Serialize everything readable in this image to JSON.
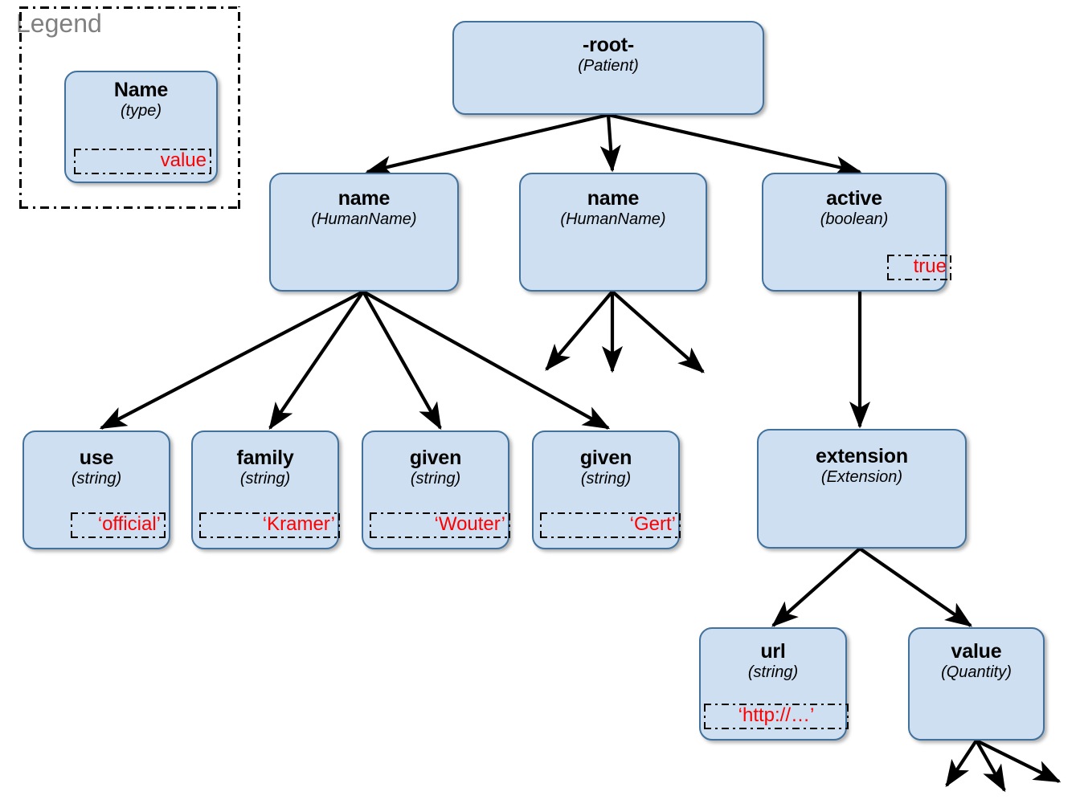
{
  "diagram": {
    "title": "FHIR Patient resource element tree",
    "colors": {
      "node_fill": "#cddff0",
      "node_border": "#41719c",
      "value_text": "#ff0000",
      "legend_label": "#808080",
      "edge": "#000000"
    },
    "legend": {
      "label": "Legend",
      "sample": {
        "name": "Name",
        "type": "(type)",
        "value": "value"
      }
    },
    "nodes": [
      {
        "id": "root",
        "name": "-root-",
        "type": "(Patient)",
        "value": null
      },
      {
        "id": "name1",
        "name": "name",
        "type": "(HumanName)",
        "value": null
      },
      {
        "id": "name2",
        "name": "name",
        "type": "(HumanName)",
        "value": null
      },
      {
        "id": "active",
        "name": "active",
        "type": "(boolean)",
        "value": "true"
      },
      {
        "id": "use",
        "name": "use",
        "type": "(string)",
        "value": "‘official’"
      },
      {
        "id": "family",
        "name": "family",
        "type": "(string)",
        "value": "‘Kramer’"
      },
      {
        "id": "given1",
        "name": "given",
        "type": "(string)",
        "value": "‘Wouter’"
      },
      {
        "id": "given2",
        "name": "given",
        "type": "(string)",
        "value": "‘Gert’"
      },
      {
        "id": "extension",
        "name": "extension",
        "type": "(Extension)",
        "value": null
      },
      {
        "id": "url",
        "name": "url",
        "type": "(string)",
        "value": "‘http://…’"
      },
      {
        "id": "value",
        "name": "value",
        "type": "(Quantity)",
        "value": null
      }
    ]
  }
}
